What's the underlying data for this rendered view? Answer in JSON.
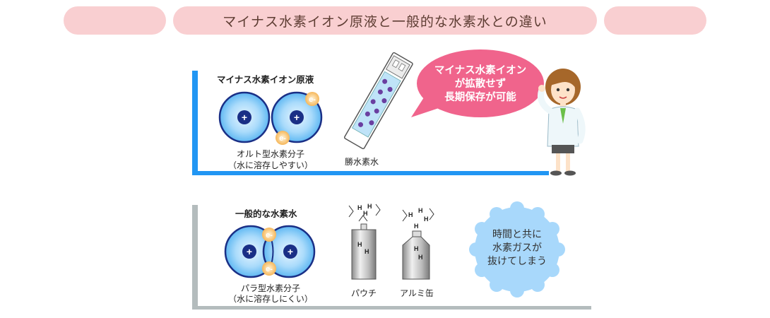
{
  "header": {
    "title": "マイナス水素イオン原液と一般的な水素水との違い"
  },
  "panel_top": {
    "heading": "マイナス水素イオン原液",
    "molecule_caption_line1": "オルト型水素分子",
    "molecule_caption_line2": "（水に溶存しやすい）",
    "product_label": "勝水素水",
    "plus_symbol": "+",
    "electron_symbol": "e-",
    "bubble_line1": "マイナス水素イオン",
    "bubble_line2": "が拡散せず",
    "bubble_line3": "長期保存が可能",
    "colors": {
      "bar": "#2196f3",
      "bubble": "#f0648c"
    }
  },
  "panel_bottom": {
    "heading": "一般的な水素水",
    "molecule_caption_line1": "パラ型水素分子",
    "molecule_caption_line2": "（水に溶存しにくい）",
    "pouch_label": "パウチ",
    "can_label": "アルミ缶",
    "h_symbol": "H",
    "circle_line1": "時間と共に",
    "circle_line2": "水素ガスが",
    "circle_line3": "抜けてしまう",
    "colors": {
      "bar": "#b4bcbd",
      "circle": "#a8d8fb"
    }
  }
}
